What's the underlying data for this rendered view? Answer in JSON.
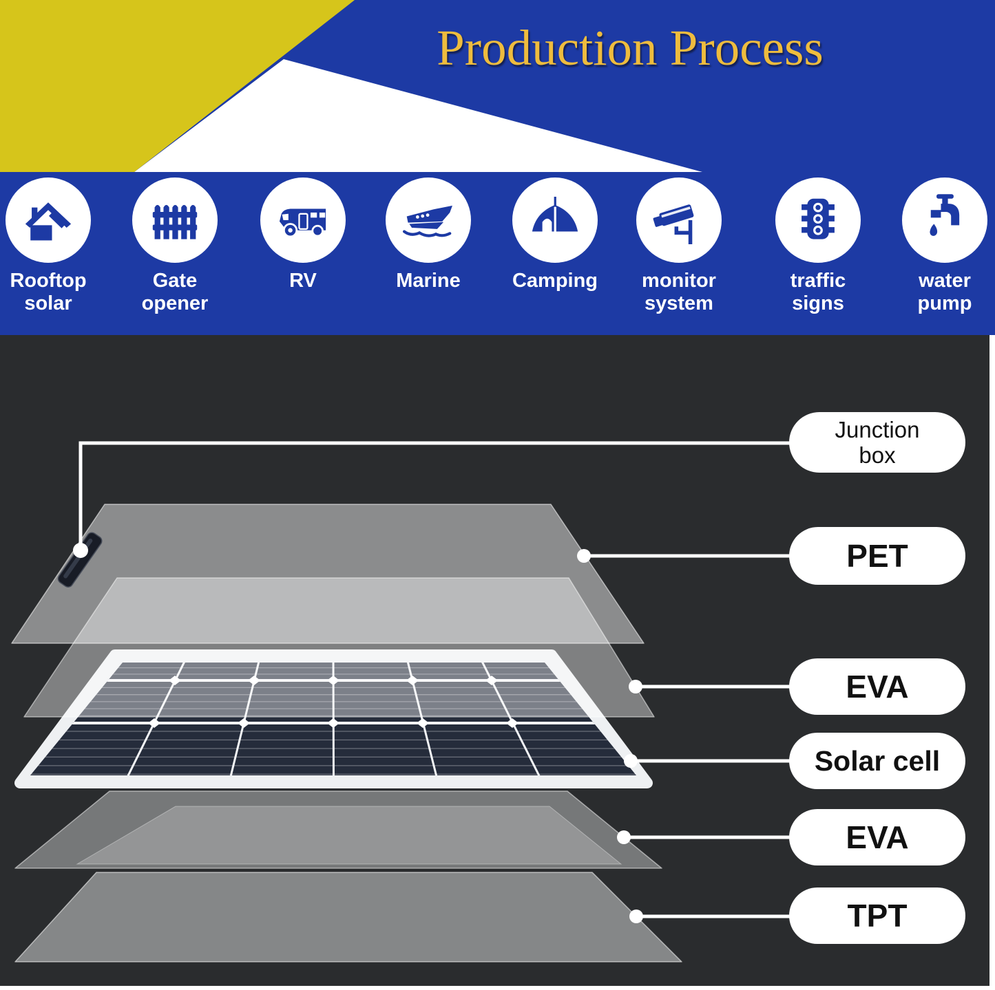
{
  "header": {
    "title": "Production Process"
  },
  "applications": {
    "items": [
      {
        "line1": "Rooftop",
        "line2": "solar",
        "icon": "rooftop-solar-icon"
      },
      {
        "line1": "Gate",
        "line2": "opener",
        "icon": "gate-opener-icon"
      },
      {
        "line1": "RV",
        "line2": "",
        "icon": "rv-icon"
      },
      {
        "line1": "Marine",
        "line2": "",
        "icon": "marine-icon"
      },
      {
        "line1": "Camping",
        "line2": "",
        "icon": "camping-icon"
      },
      {
        "line1": "monitor",
        "line2": "system",
        "icon": "monitor-system-icon"
      },
      {
        "line1": "traffic",
        "line2": "signs",
        "icon": "traffic-signs-icon"
      },
      {
        "line1": "water",
        "line2": "pump",
        "icon": "water-pump-icon"
      }
    ]
  },
  "diagram": {
    "callouts": [
      {
        "line1": "Junction",
        "line2": "box"
      },
      {
        "line1": "PET"
      },
      {
        "line1": "EVA"
      },
      {
        "line1": "Solar cell"
      },
      {
        "line1": "EVA"
      },
      {
        "line1": "TPT"
      }
    ],
    "layers_order": [
      "PET",
      "EVA",
      "Solar cell",
      "EVA",
      "TPT"
    ],
    "junction_label": "Junction box"
  },
  "colors": {
    "brand_blue": "#1d3aa4",
    "accent_yellow": "#d6c51b",
    "title_gold": "#eebc3e",
    "panel_dark": "#2a2c2e",
    "solar_navy": "#252c3b",
    "pill_white": "#ffffff"
  }
}
